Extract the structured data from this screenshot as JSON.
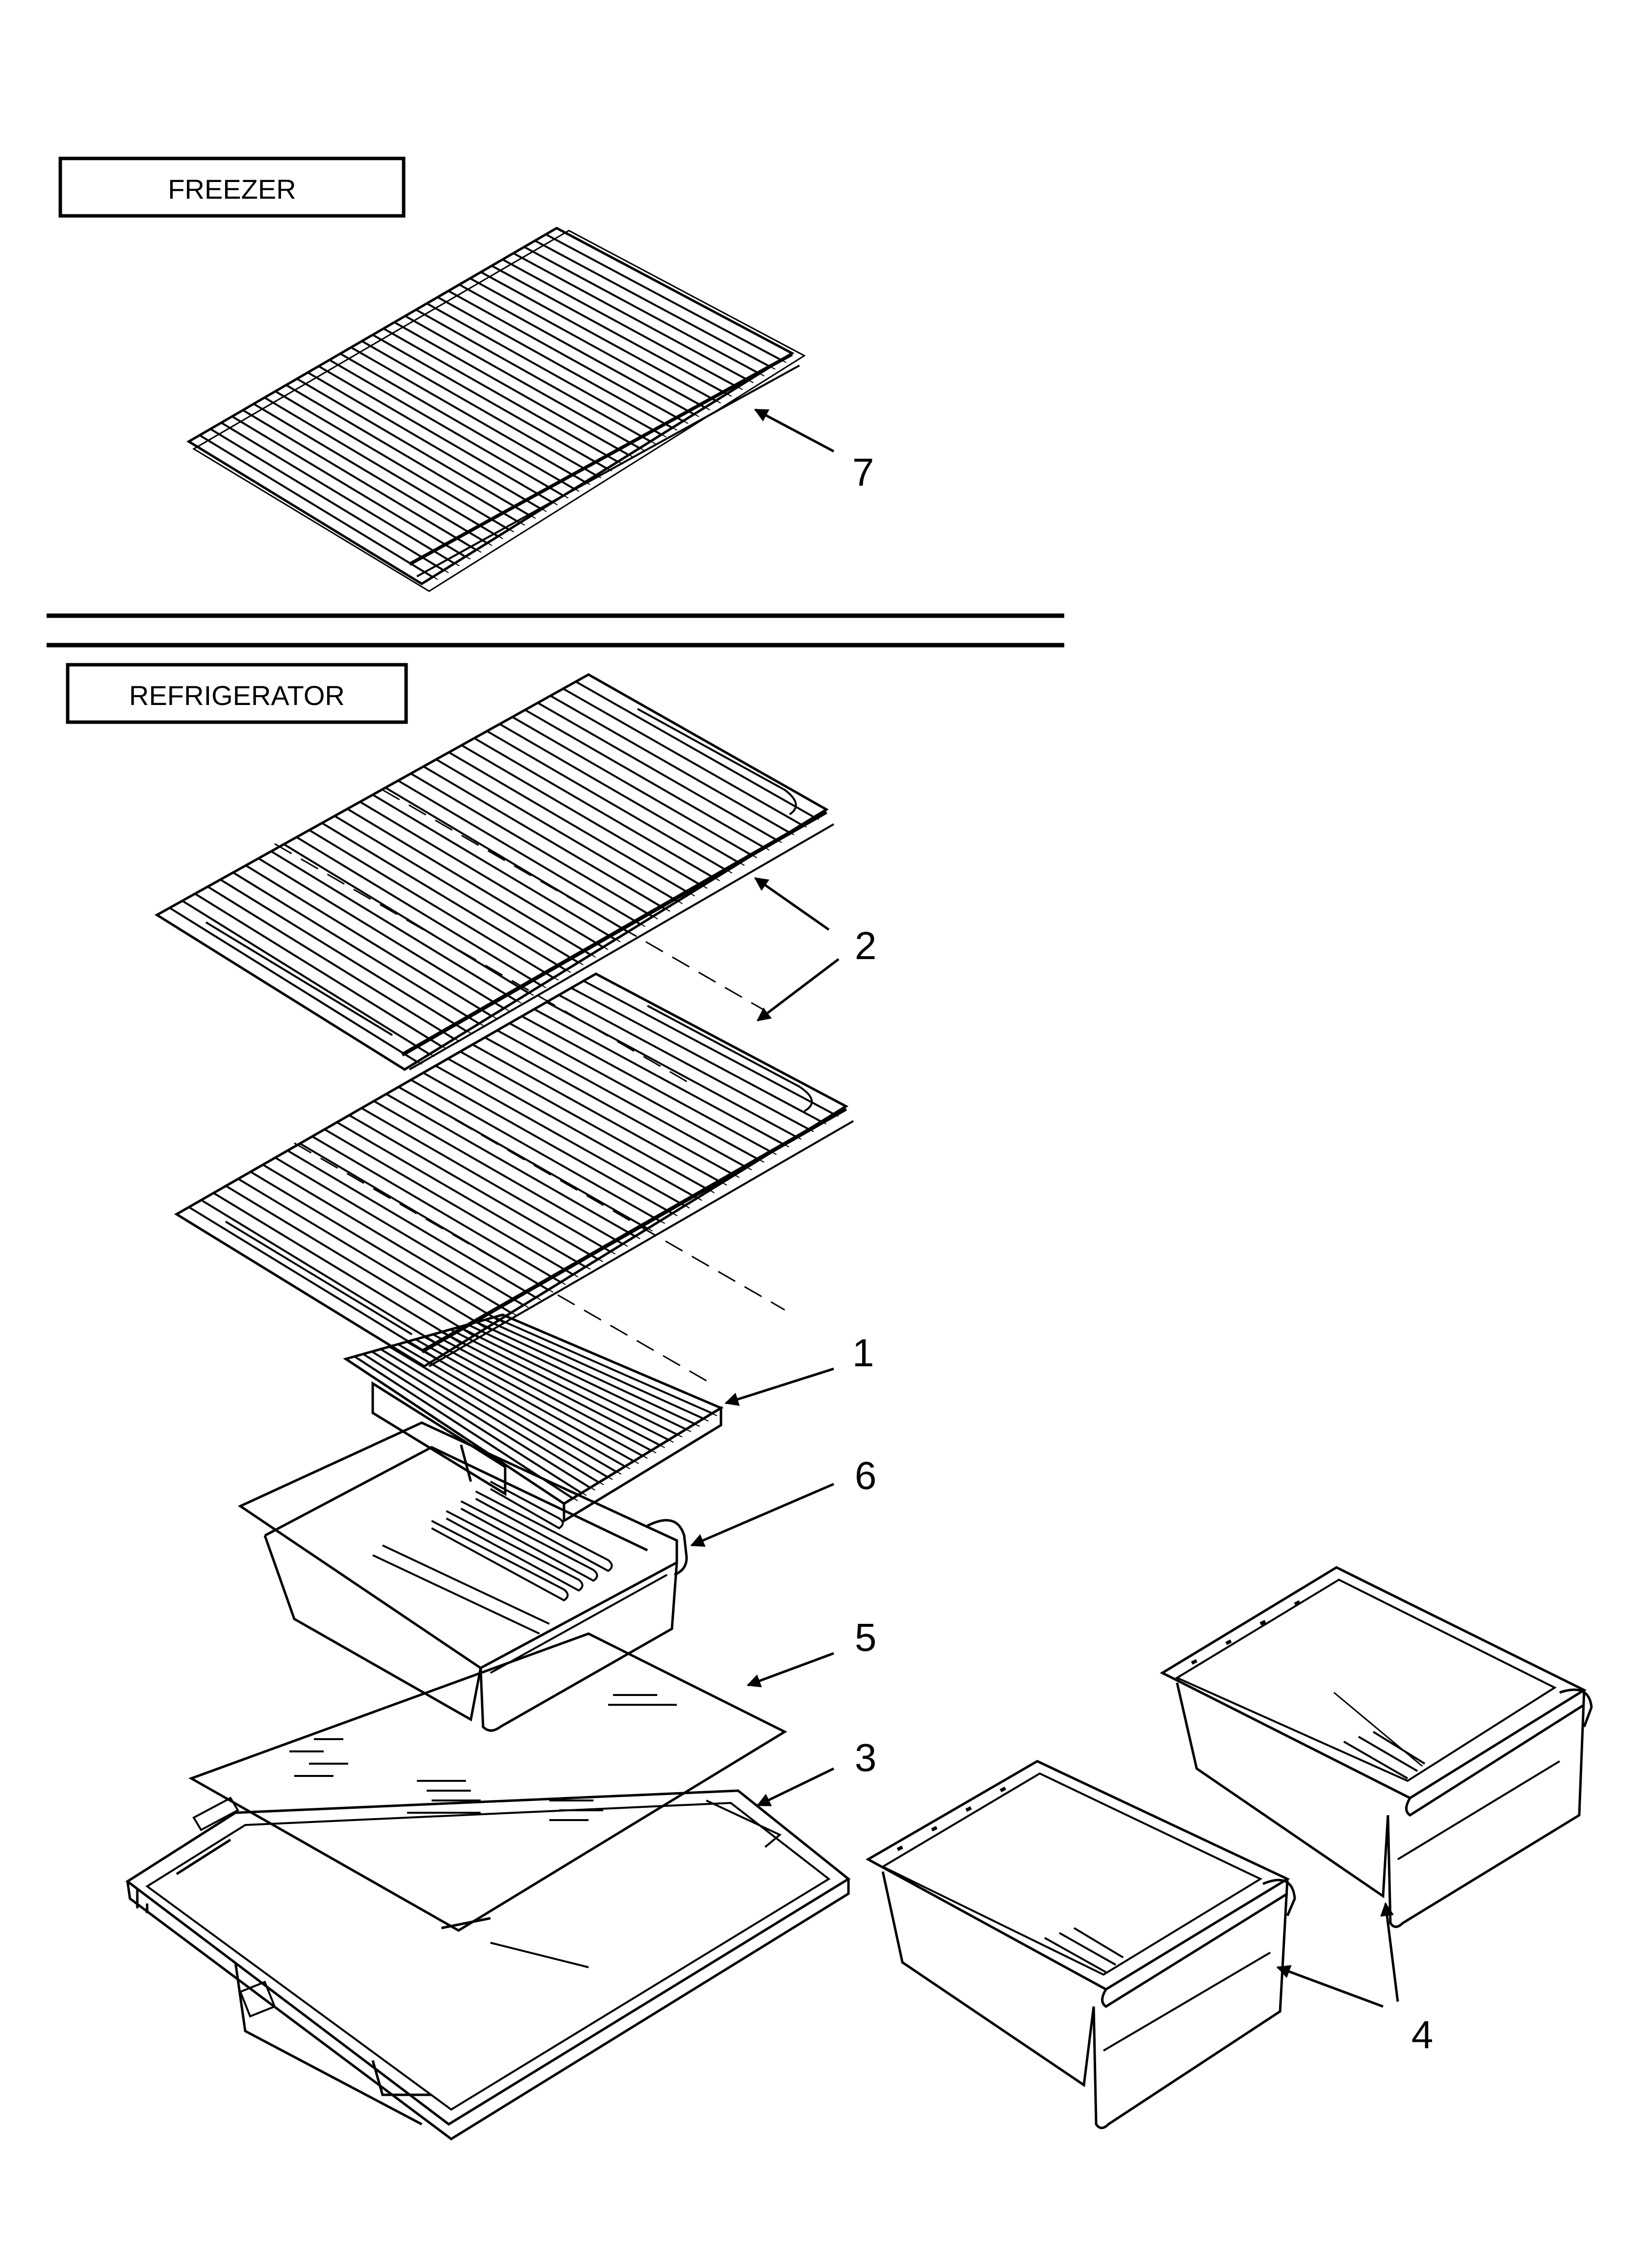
{
  "sections": {
    "freezer": "FREEZER",
    "refrigerator": "REFRIGERATOR"
  },
  "callouts": {
    "c1": "1",
    "c2": "2",
    "c3": "3",
    "c4": "4",
    "c5": "5",
    "c6": "6",
    "c7": "7"
  },
  "colors": {
    "ink": "#000000",
    "paper": "#ffffff"
  }
}
